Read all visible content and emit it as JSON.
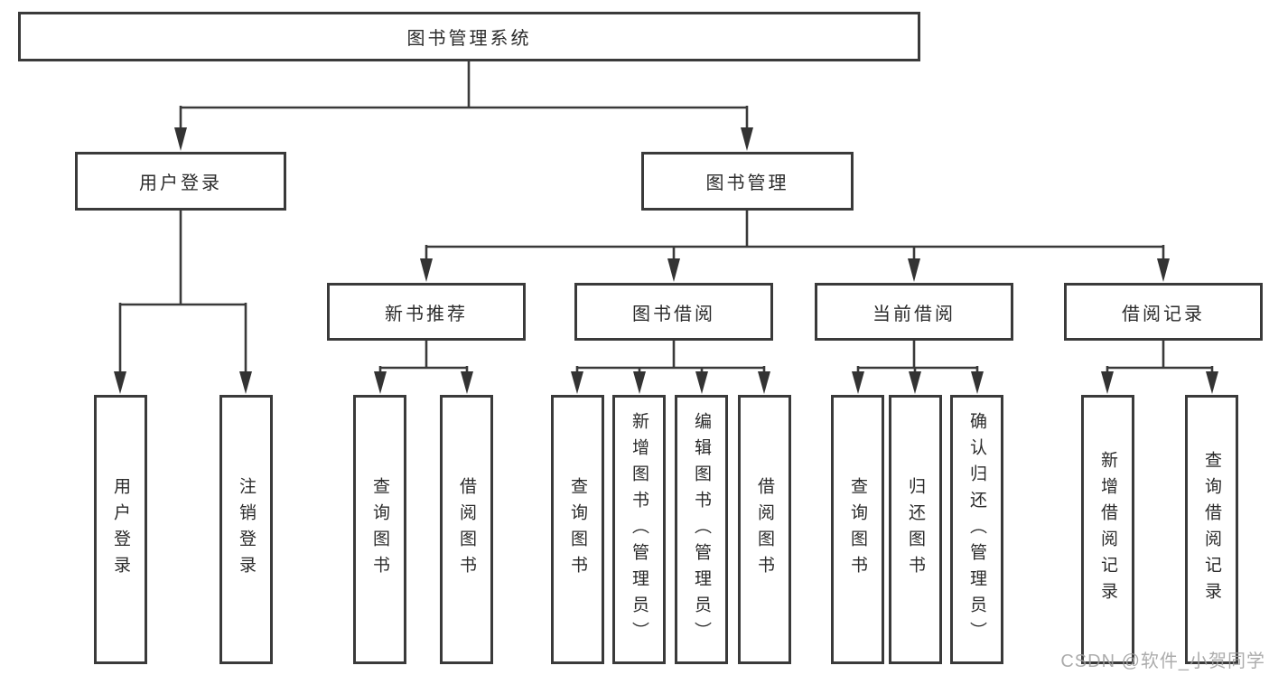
{
  "tree": {
    "root": {
      "label": "图书管理系统",
      "children": [
        {
          "label": "用户登录",
          "children": [
            {
              "label": "用户登录"
            },
            {
              "label": "注销登录"
            }
          ]
        },
        {
          "label": "图书管理",
          "children": [
            {
              "label": "新书推荐",
              "children": [
                {
                  "label": "查询图书"
                },
                {
                  "label": "借阅图书"
                }
              ]
            },
            {
              "label": "图书借阅",
              "children": [
                {
                  "label": "查询图书"
                },
                {
                  "label": "新增图书（管理员）"
                },
                {
                  "label": "编辑图书（管理员）"
                },
                {
                  "label": "借阅图书"
                }
              ]
            },
            {
              "label": "当前借阅",
              "children": [
                {
                  "label": "查询图书"
                },
                {
                  "label": "归还图书"
                },
                {
                  "label": "确认归还（管理员）"
                }
              ]
            },
            {
              "label": "借阅记录",
              "children": [
                {
                  "label": "新增借阅记录"
                },
                {
                  "label": "查询借阅记录"
                }
              ]
            }
          ]
        }
      ]
    }
  },
  "watermark": {
    "text": "CSDN @软件_小贺同学"
  },
  "colors": {
    "line": "#3a3a3a",
    "arrow": "#333333",
    "box_border": "#3a3a3a",
    "text": "#2b2b2b",
    "watermark": "#9e9e9e",
    "background": "#ffffff"
  }
}
